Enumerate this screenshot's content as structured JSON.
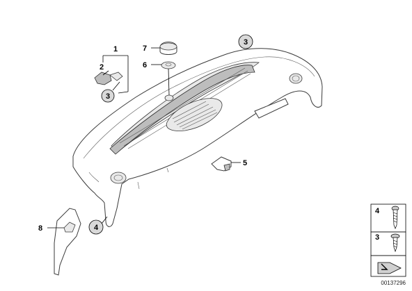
{
  "diagram": {
    "callouts": {
      "c1": "1",
      "c2": "2",
      "c3_in_group": "3",
      "c3_top": "3",
      "c4": "4",
      "c5": "5",
      "c6": "6",
      "c7": "7",
      "c8": "8"
    },
    "legend": {
      "screw_4_label": "4",
      "screw_3_label": "3"
    },
    "document_id": "00137296"
  }
}
